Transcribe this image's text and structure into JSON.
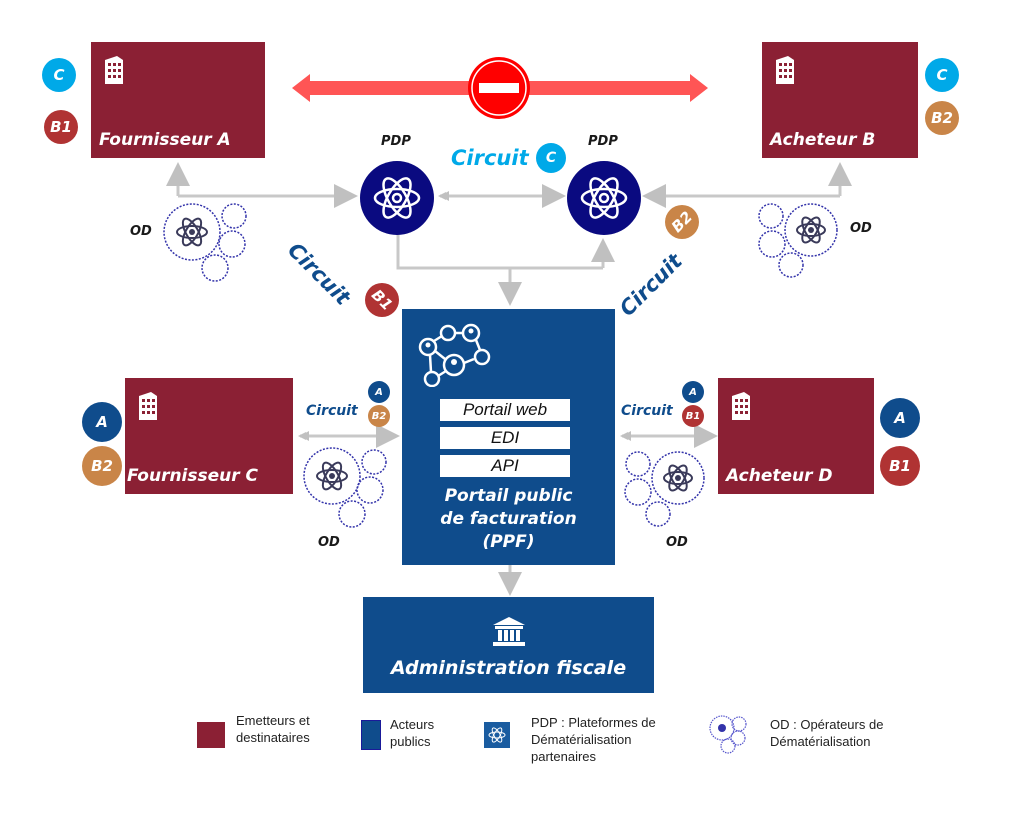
{
  "entities": {
    "fournisseur_a": {
      "label": "Fournisseur A",
      "badges": [
        "C",
        "B1"
      ]
    },
    "acheteur_b": {
      "label": "Acheteur B",
      "badges": [
        "C",
        "B2"
      ]
    },
    "fournisseur_c": {
      "label": "Fournisseur C",
      "badges": [
        "A",
        "B2"
      ]
    },
    "acheteur_d": {
      "label": "Acheteur D",
      "badges": [
        "A",
        "B1"
      ]
    }
  },
  "pdp": {
    "title": "PDP"
  },
  "od": {
    "label": "OD"
  },
  "circuits": {
    "word": "Circuit",
    "c": "C",
    "b1": "B1",
    "b2": "B2",
    "a": "A"
  },
  "ppf": {
    "channels": [
      "Portail web",
      "EDI",
      "API"
    ],
    "title_line1": "Portail public",
    "title_line2": "de facturation",
    "title_line3": "(PPF)"
  },
  "admin": {
    "title": "Administration fiscale"
  },
  "legend": [
    {
      "icon": "maroon-square",
      "text_line1": "Emetteurs et",
      "text_line2": "destinataires",
      "color": "#8b2034"
    },
    {
      "icon": "blue-square",
      "text_line1": "Acteurs",
      "text_line2": "publics",
      "color": "#0f4c8c"
    },
    {
      "icon": "pdp-atom-icon",
      "text_line1": "PDP : Plateformes de",
      "text_line2": "Dématérialisation",
      "text_line3": "partenaires"
    },
    {
      "icon": "od-gears-icon",
      "text_line1": "OD : Opérateurs de",
      "text_line2": "Dématérialisation"
    }
  ],
  "colors": {
    "entity": "#8b2034",
    "public": "#0f4c8c",
    "pdp": "#0a0a80",
    "circuit_c": "#00a9e8",
    "circuit_a": "#0f4c8c",
    "circuit_b1": "#b03333",
    "circuit_b2": "#c98548",
    "forbidden_arrow": "#ff5555",
    "connector": "#c0c0c0"
  }
}
